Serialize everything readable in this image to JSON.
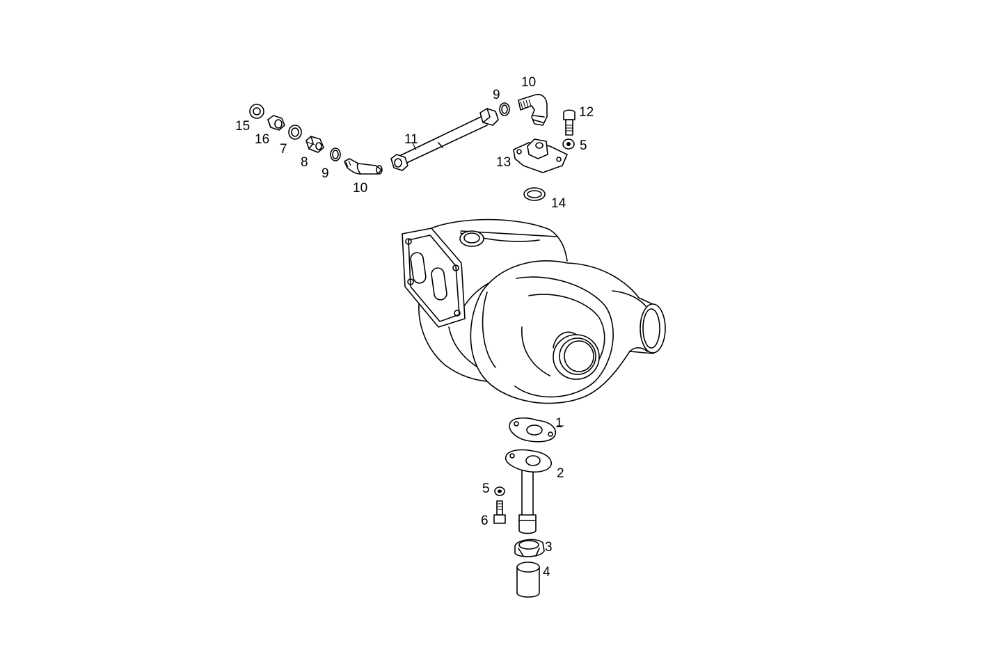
{
  "callouts": {
    "c1": "1",
    "c2": "2",
    "c3": "3",
    "c4": "4",
    "c5a": "5",
    "c5b": "5",
    "c6": "6",
    "c7": "7",
    "c8": "8",
    "c9a": "9",
    "c9b": "9",
    "c10a": "10",
    "c10b": "10",
    "c11": "11",
    "c12": "12",
    "c13": "13",
    "c14": "14",
    "c15": "15",
    "c16": "16"
  }
}
